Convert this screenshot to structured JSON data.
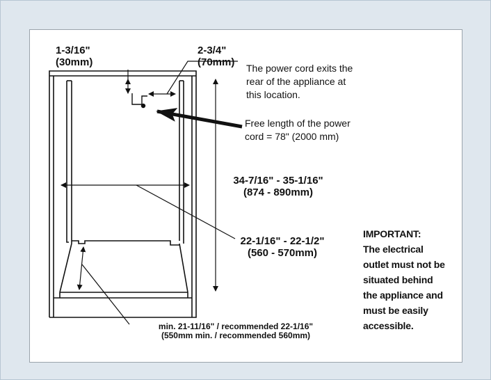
{
  "dimensions": {
    "depth_offset": {
      "imperial": "1-3/16\"",
      "metric": "(30mm)"
    },
    "side_offset": {
      "imperial": "2-3/4\"",
      "metric": "(70mm)"
    },
    "height": {
      "imperial": "34-7/16\" - 35-1/16\"",
      "metric": "(874 - 890mm)"
    },
    "width": {
      "imperial": "22-1/16\" - 22-1/2\"",
      "metric": "(560 - 570mm)"
    },
    "depth": {
      "imperial": "min. 21-11/16\" / recommended 22-1/16\"",
      "metric": "(550mm min. / recommended 560mm)"
    }
  },
  "notes": {
    "cord_exit": [
      "The power cord exits the",
      "rear of the appliance at",
      "this location."
    ],
    "cord_length": [
      "Free length of the power",
      "cord = 78\" (2000 mm)"
    ],
    "important_title": "IMPORTANT:",
    "important_lines": [
      "The electrical",
      "outlet must not be",
      "situated behind",
      "the appliance and",
      "must be easily",
      "accessible."
    ]
  }
}
